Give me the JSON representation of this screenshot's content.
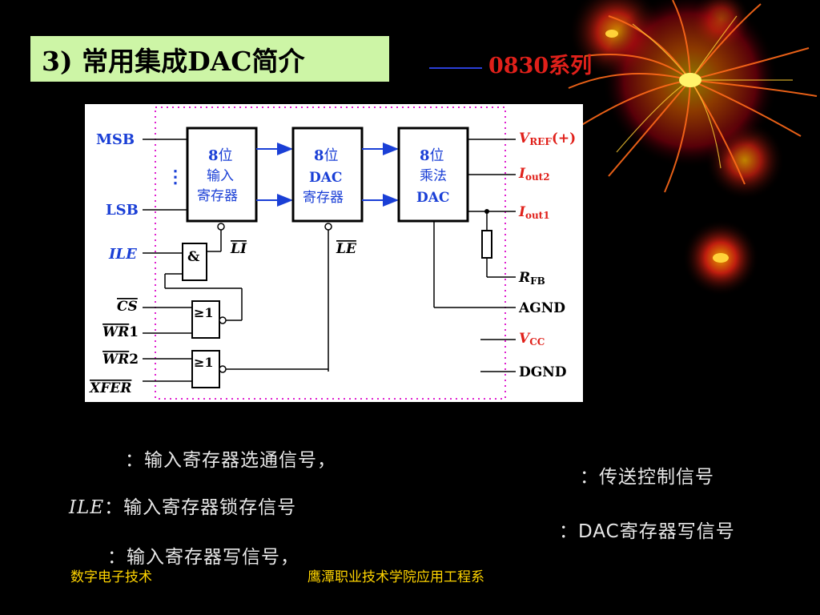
{
  "slide": {
    "title": "3) 常用集成DAC简介",
    "series_label": "0830系列",
    "diagram": {
      "left_pins": [
        "MSB",
        "LSB",
        "ILE"
      ],
      "vertical_dots": "⋮",
      "and_symbol": "&",
      "or_symbol": "≥1",
      "li_label": "LI",
      "le_label": "LE",
      "input_register": {
        "bits": "8",
        "line1": "位",
        "line2": "输入",
        "line3": "寄存器"
      },
      "dac_register": {
        "bits": "8",
        "line1": "位",
        "line2": "DAC",
        "line3": "寄存器"
      },
      "mult_dac": {
        "bits": "8",
        "line1": "位",
        "line2": "乘法",
        "line3": "DAC"
      },
      "right_pins": {
        "vref_main": "V",
        "vref_sub": "REF",
        "vref_tail": "(+)",
        "iout2_main": "I",
        "iout2_sub": "out2",
        "iout1_main": "I",
        "iout1_sub": "out1",
        "rfb_main": "R",
        "rfb_sub": "FB",
        "agnd": "AGND",
        "vcc_main": "V",
        "vcc_sub": "CC",
        "dgnd": "DGND"
      },
      "cs_label": "CS",
      "wr1_main": "WR",
      "wr1_tail": "1",
      "wr2_main": "WR",
      "wr2_tail": "2",
      "xfer_label": "XFER"
    },
    "notes": {
      "n1": "：输入寄存器选通信号，",
      "n2_prefix": "ILE",
      "n2": "：输入寄存器锁存信号",
      "n3": "：输入寄存器写信号，",
      "n4": "：传送控制信号",
      "n5": "：DAC寄存器写信号"
    },
    "footer": {
      "left": "数字电子技术",
      "center": "鹰潭职业技术学院应用工程系"
    }
  }
}
